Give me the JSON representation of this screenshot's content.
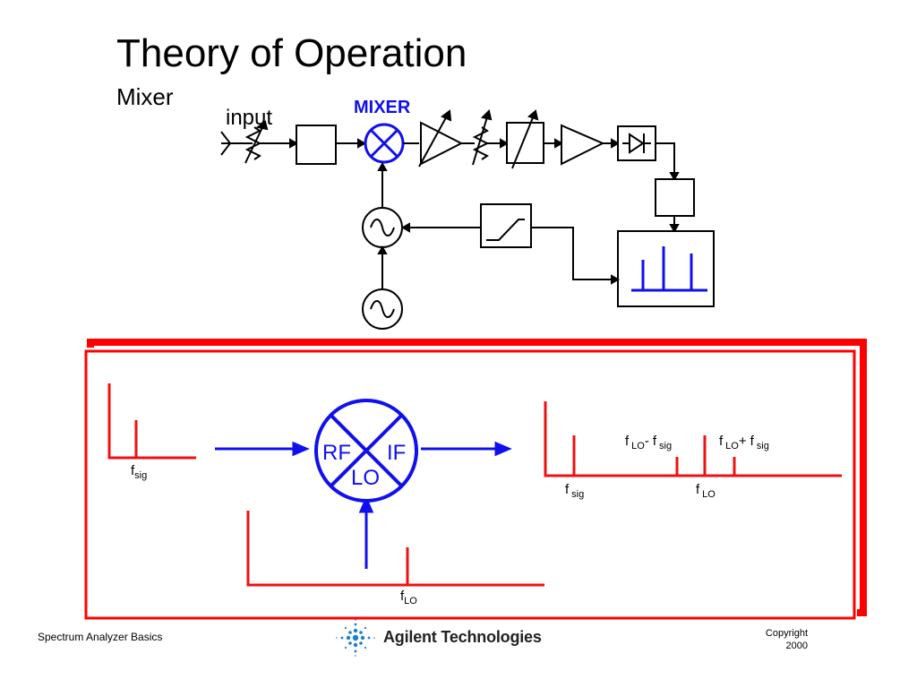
{
  "slide": {
    "title": "Theory of Operation",
    "subtitle": "Mixer"
  },
  "block_diagram": {
    "input_label": "input",
    "mixer_label": "MIXER"
  },
  "mixing_example": {
    "mixer_ports": {
      "rf": "RF",
      "if": "IF",
      "lo": "LO"
    },
    "input_spectrum": {
      "f": "f",
      "sub": "sig"
    },
    "lo_spectrum": {
      "f": "f",
      "sub": "LO"
    },
    "output_spectrum": {
      "fsig": {
        "f": "f",
        "sub": "sig"
      },
      "flo": {
        "f": "f",
        "sub": "LO"
      },
      "diff": {
        "f1": "f",
        "sub1": "LO",
        "op": "-",
        "f2": "f",
        "sub2": "sig"
      },
      "sum": {
        "f1": "f",
        "sub1": "LO",
        "op": "+",
        "f2": "f",
        "sub2": "sig"
      }
    }
  },
  "footer": {
    "left": "Spectrum Analyzer Basics",
    "brand": "Agilent Technologies",
    "copyright_line1": "Copyright",
    "copyright_line2": "2000"
  },
  "colors": {
    "accent_blue": "#1010ee",
    "spectrum_red": "#ee1111",
    "frame_red": "#ff0000"
  }
}
